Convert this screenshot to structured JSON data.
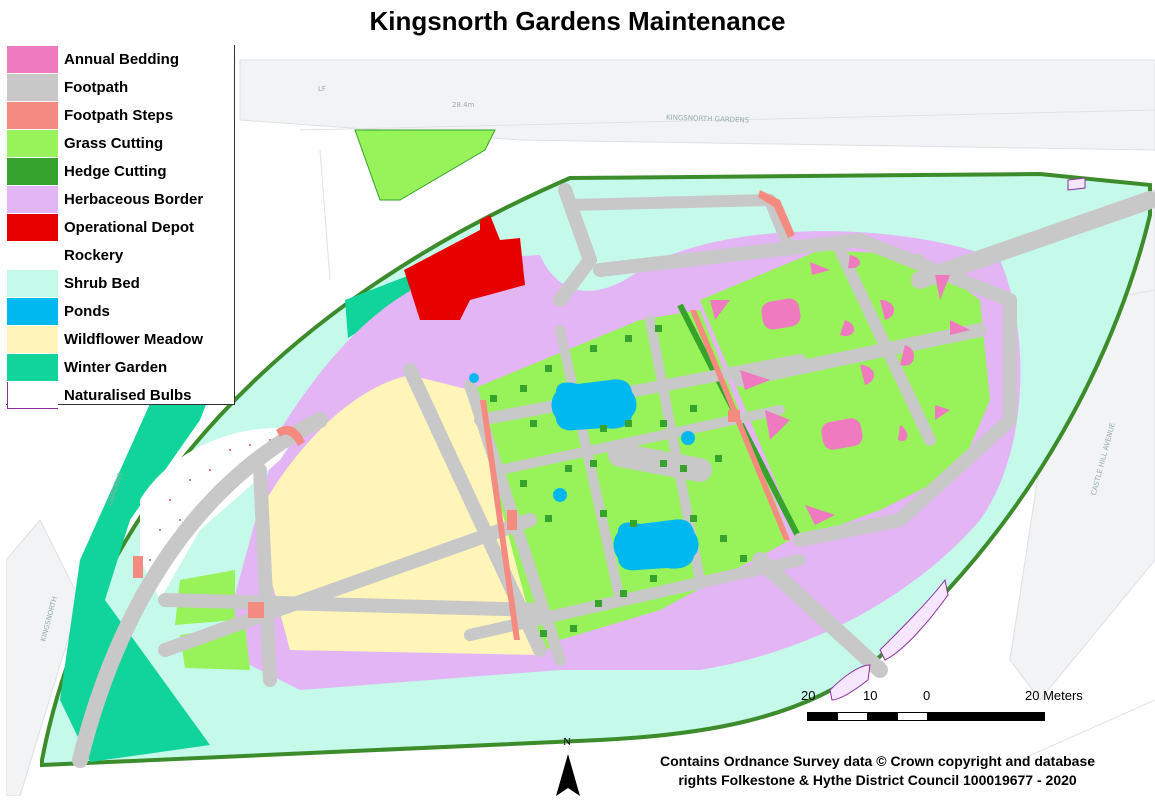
{
  "title": "Kingsnorth Gardens Maintenance",
  "legend": [
    {
      "label": "Annual Bedding",
      "color": "#f07ac0"
    },
    {
      "label": "Footpath",
      "color": "#c8c8c8"
    },
    {
      "label": "Footpath Steps",
      "color": "#f58a80"
    },
    {
      "label": "Grass Cutting",
      "color": "#98f25a"
    },
    {
      "label": "Hedge Cutting",
      "color": "#36a32c"
    },
    {
      "label": "Herbaceous Border",
      "color": "#e3b5f5"
    },
    {
      "label": "Operational Depot",
      "color": "#e60000"
    },
    {
      "label": "Rockery",
      "color": "#ffffff"
    },
    {
      "label": "Shrub Bed",
      "color": "#c5f9ea"
    },
    {
      "label": "Ponds",
      "color": "#00b8f0"
    },
    {
      "label": "Wildflower Meadow",
      "color": "#fff5b8"
    },
    {
      "label": "Winter Garden",
      "color": "#10d49a"
    },
    {
      "label": "Naturalised Bulbs",
      "color": "#ffffff",
      "outline": "#8b2f9e"
    }
  ],
  "map_labels": {
    "street_top": "KINGSNORTH GARDENS",
    "street_top_small": "28.4m",
    "street_left": "GARDENS",
    "street_left2": "KINGSNORTH",
    "street_right": "CASTLE HILL AVENUE",
    "lf": "LF"
  },
  "scale": {
    "labels": [
      "20",
      "10",
      "0",
      "20 Meters"
    ]
  },
  "north": "N",
  "attribution": {
    "line1": "Contains Ordnance Survey data © Crown copyright and database",
    "line2": "rights Folkestone & Hythe District Council 100019677 - 2020"
  },
  "colors": {
    "background_road": "#eef0f2",
    "outline": "#3c8c2c"
  }
}
